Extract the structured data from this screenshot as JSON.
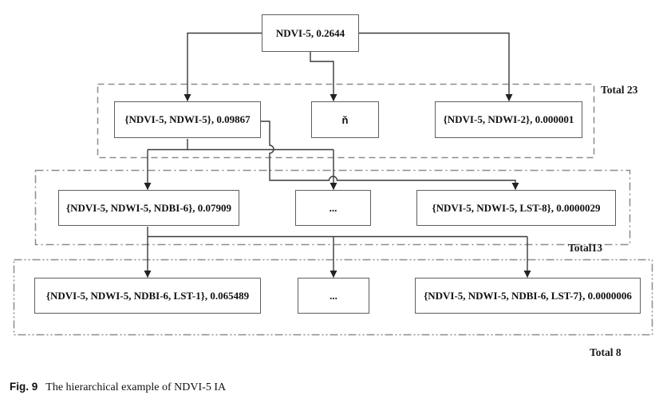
{
  "figure": {
    "root": {
      "label": "NDVI-5, 0.2644"
    },
    "levels": [
      {
        "total_label": "Total 23",
        "nodes": [
          "{NDVI-5, NDWI-5}, 0.09867",
          "ň",
          "{NDVI-5, NDWI-2}, 0.000001"
        ]
      },
      {
        "total_label": "Total13",
        "nodes": [
          "{NDVI-5, NDWI-5, NDBI-6}, 0.07909",
          "...",
          "{NDVI-5, NDWI-5, LST-8}, 0.0000029"
        ]
      },
      {
        "total_label": "Total 8",
        "nodes": [
          "{NDVI-5, NDWI-5, NDBI-6, LST-1}, 0.065489",
          "...",
          "{NDVI-5, NDWI-5, NDBI-6, LST-7}, 0.0000006"
        ]
      }
    ],
    "caption": {
      "fig_label": "Fig. 9",
      "text": "The hierarchical example of NDVI-5 IA"
    },
    "colors": {
      "connector": "#3a3a3a",
      "box_border": "#5f5f5f",
      "group_border": "#8c8c8c",
      "background": "#ffffff"
    }
  }
}
